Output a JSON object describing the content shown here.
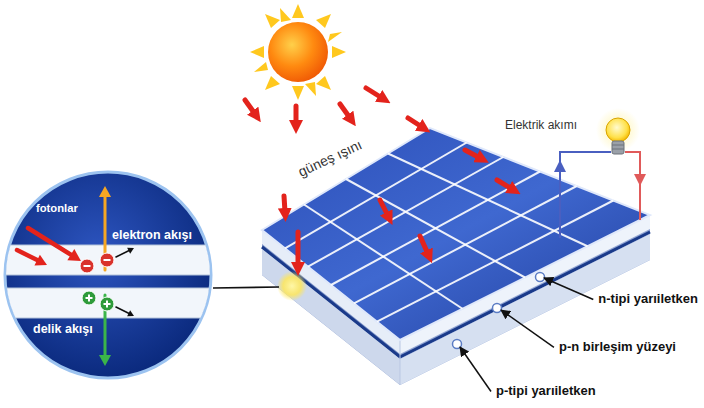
{
  "diagram": {
    "nodes": [
      {
        "text": [
          "fotonlar",
          "elektron akışı",
          "delik akışı"
        ]
      }
    ],
    "labels": [
      "güneş ışını",
      "Elektrik akımı",
      "n-tipi yarıiletken",
      "p-n birleşim yüzeyi",
      "p-tipi yarıiletken"
    ]
  }
}
